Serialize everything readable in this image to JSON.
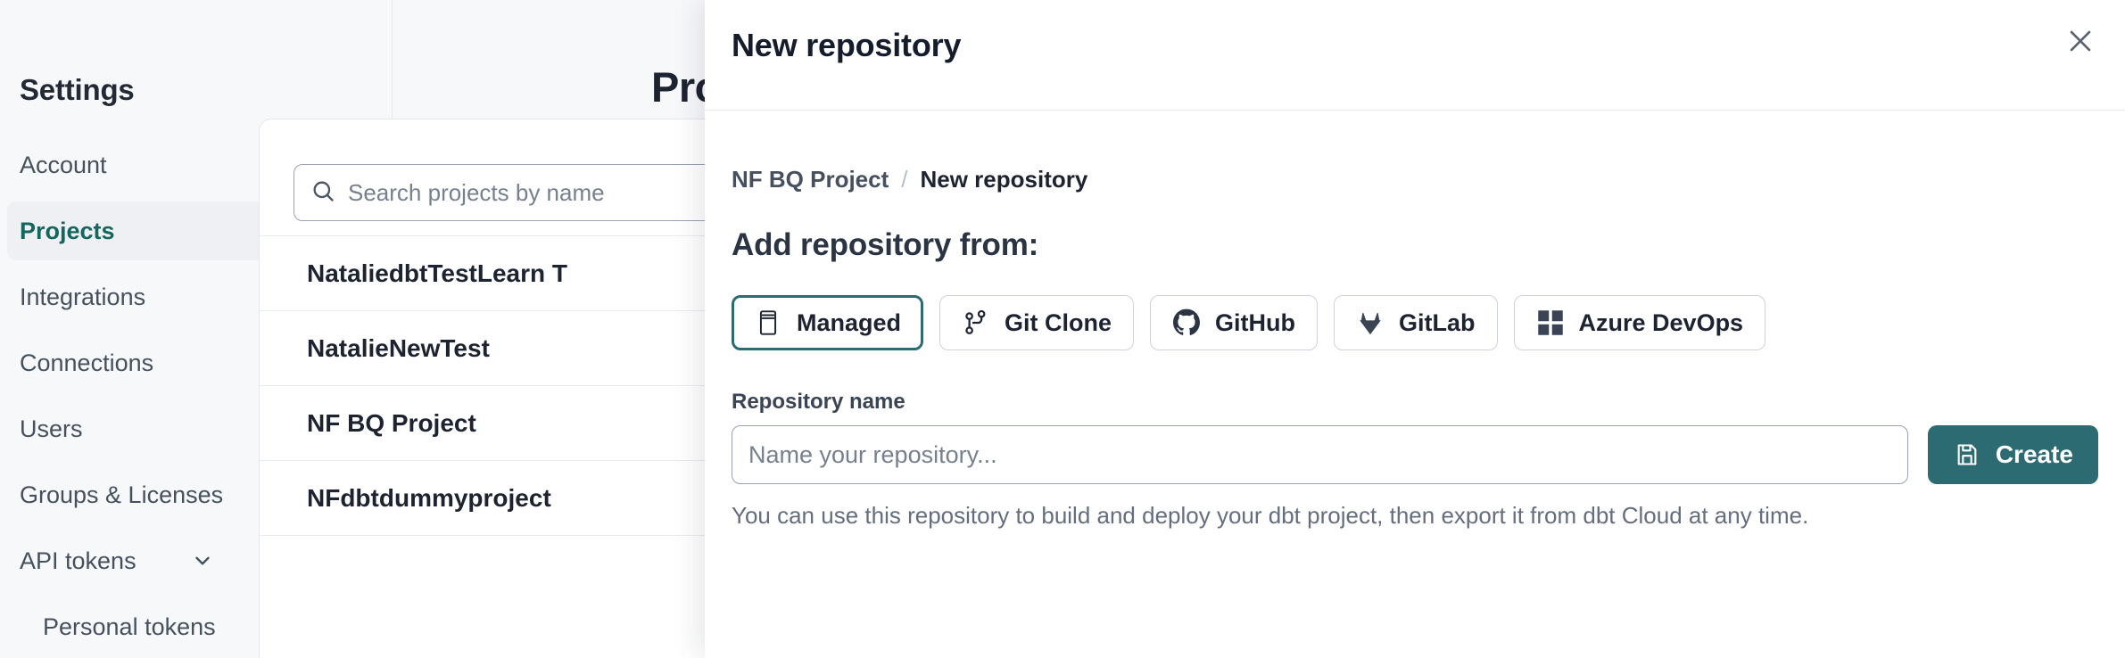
{
  "sidebar": {
    "title": "Settings",
    "items": [
      {
        "label": "Account",
        "active": false,
        "sub": false,
        "chevron": false
      },
      {
        "label": "Projects",
        "active": true,
        "sub": false,
        "chevron": false
      },
      {
        "label": "Integrations",
        "active": false,
        "sub": false,
        "chevron": false
      },
      {
        "label": "Connections",
        "active": false,
        "sub": false,
        "chevron": false
      },
      {
        "label": "Users",
        "active": false,
        "sub": false,
        "chevron": false
      },
      {
        "label": "Groups & Licenses",
        "active": false,
        "sub": false,
        "chevron": false
      },
      {
        "label": "API tokens",
        "active": false,
        "sub": false,
        "chevron": true
      },
      {
        "label": "Personal tokens",
        "active": false,
        "sub": true,
        "chevron": false
      }
    ]
  },
  "main": {
    "page_title": "Projects",
    "search": {
      "placeholder": "Search projects by name"
    },
    "projects": [
      {
        "name": "NataliedbtTestLearn T"
      },
      {
        "name": "NatalieNewTest"
      },
      {
        "name": "NF BQ Project"
      },
      {
        "name": "NFdbtdummyproject"
      }
    ]
  },
  "drawer": {
    "title": "New repository",
    "close_icon": "close-icon",
    "breadcrumb": {
      "parent": "NF BQ Project",
      "separator": "/",
      "current": "New repository"
    },
    "section_heading": "Add repository from:",
    "sources": [
      {
        "label": "Managed",
        "icon": "database-icon",
        "selected": true
      },
      {
        "label": "Git Clone",
        "icon": "git-branch-icon",
        "selected": false
      },
      {
        "label": "GitHub",
        "icon": "github-icon",
        "selected": false
      },
      {
        "label": "GitLab",
        "icon": "gitlab-icon",
        "selected": false
      },
      {
        "label": "Azure DevOps",
        "icon": "azure-devops-icon",
        "selected": false
      }
    ],
    "repository_name": {
      "label": "Repository name",
      "placeholder": "Name your repository...",
      "value": ""
    },
    "create_button": {
      "label": "Create",
      "icon": "save-icon"
    },
    "helper_text": "You can use this repository to build and deploy your dbt project, then export it from dbt Cloud at any time."
  },
  "colors": {
    "accent": "#2d6b72",
    "sidebar_active_text": "#14675f",
    "page_bg": "#f7f8fa",
    "panel_bg": "#ffffff",
    "border": "#e4e7ec",
    "text_primary": "#1d2330",
    "text_muted": "#646e7e"
  }
}
